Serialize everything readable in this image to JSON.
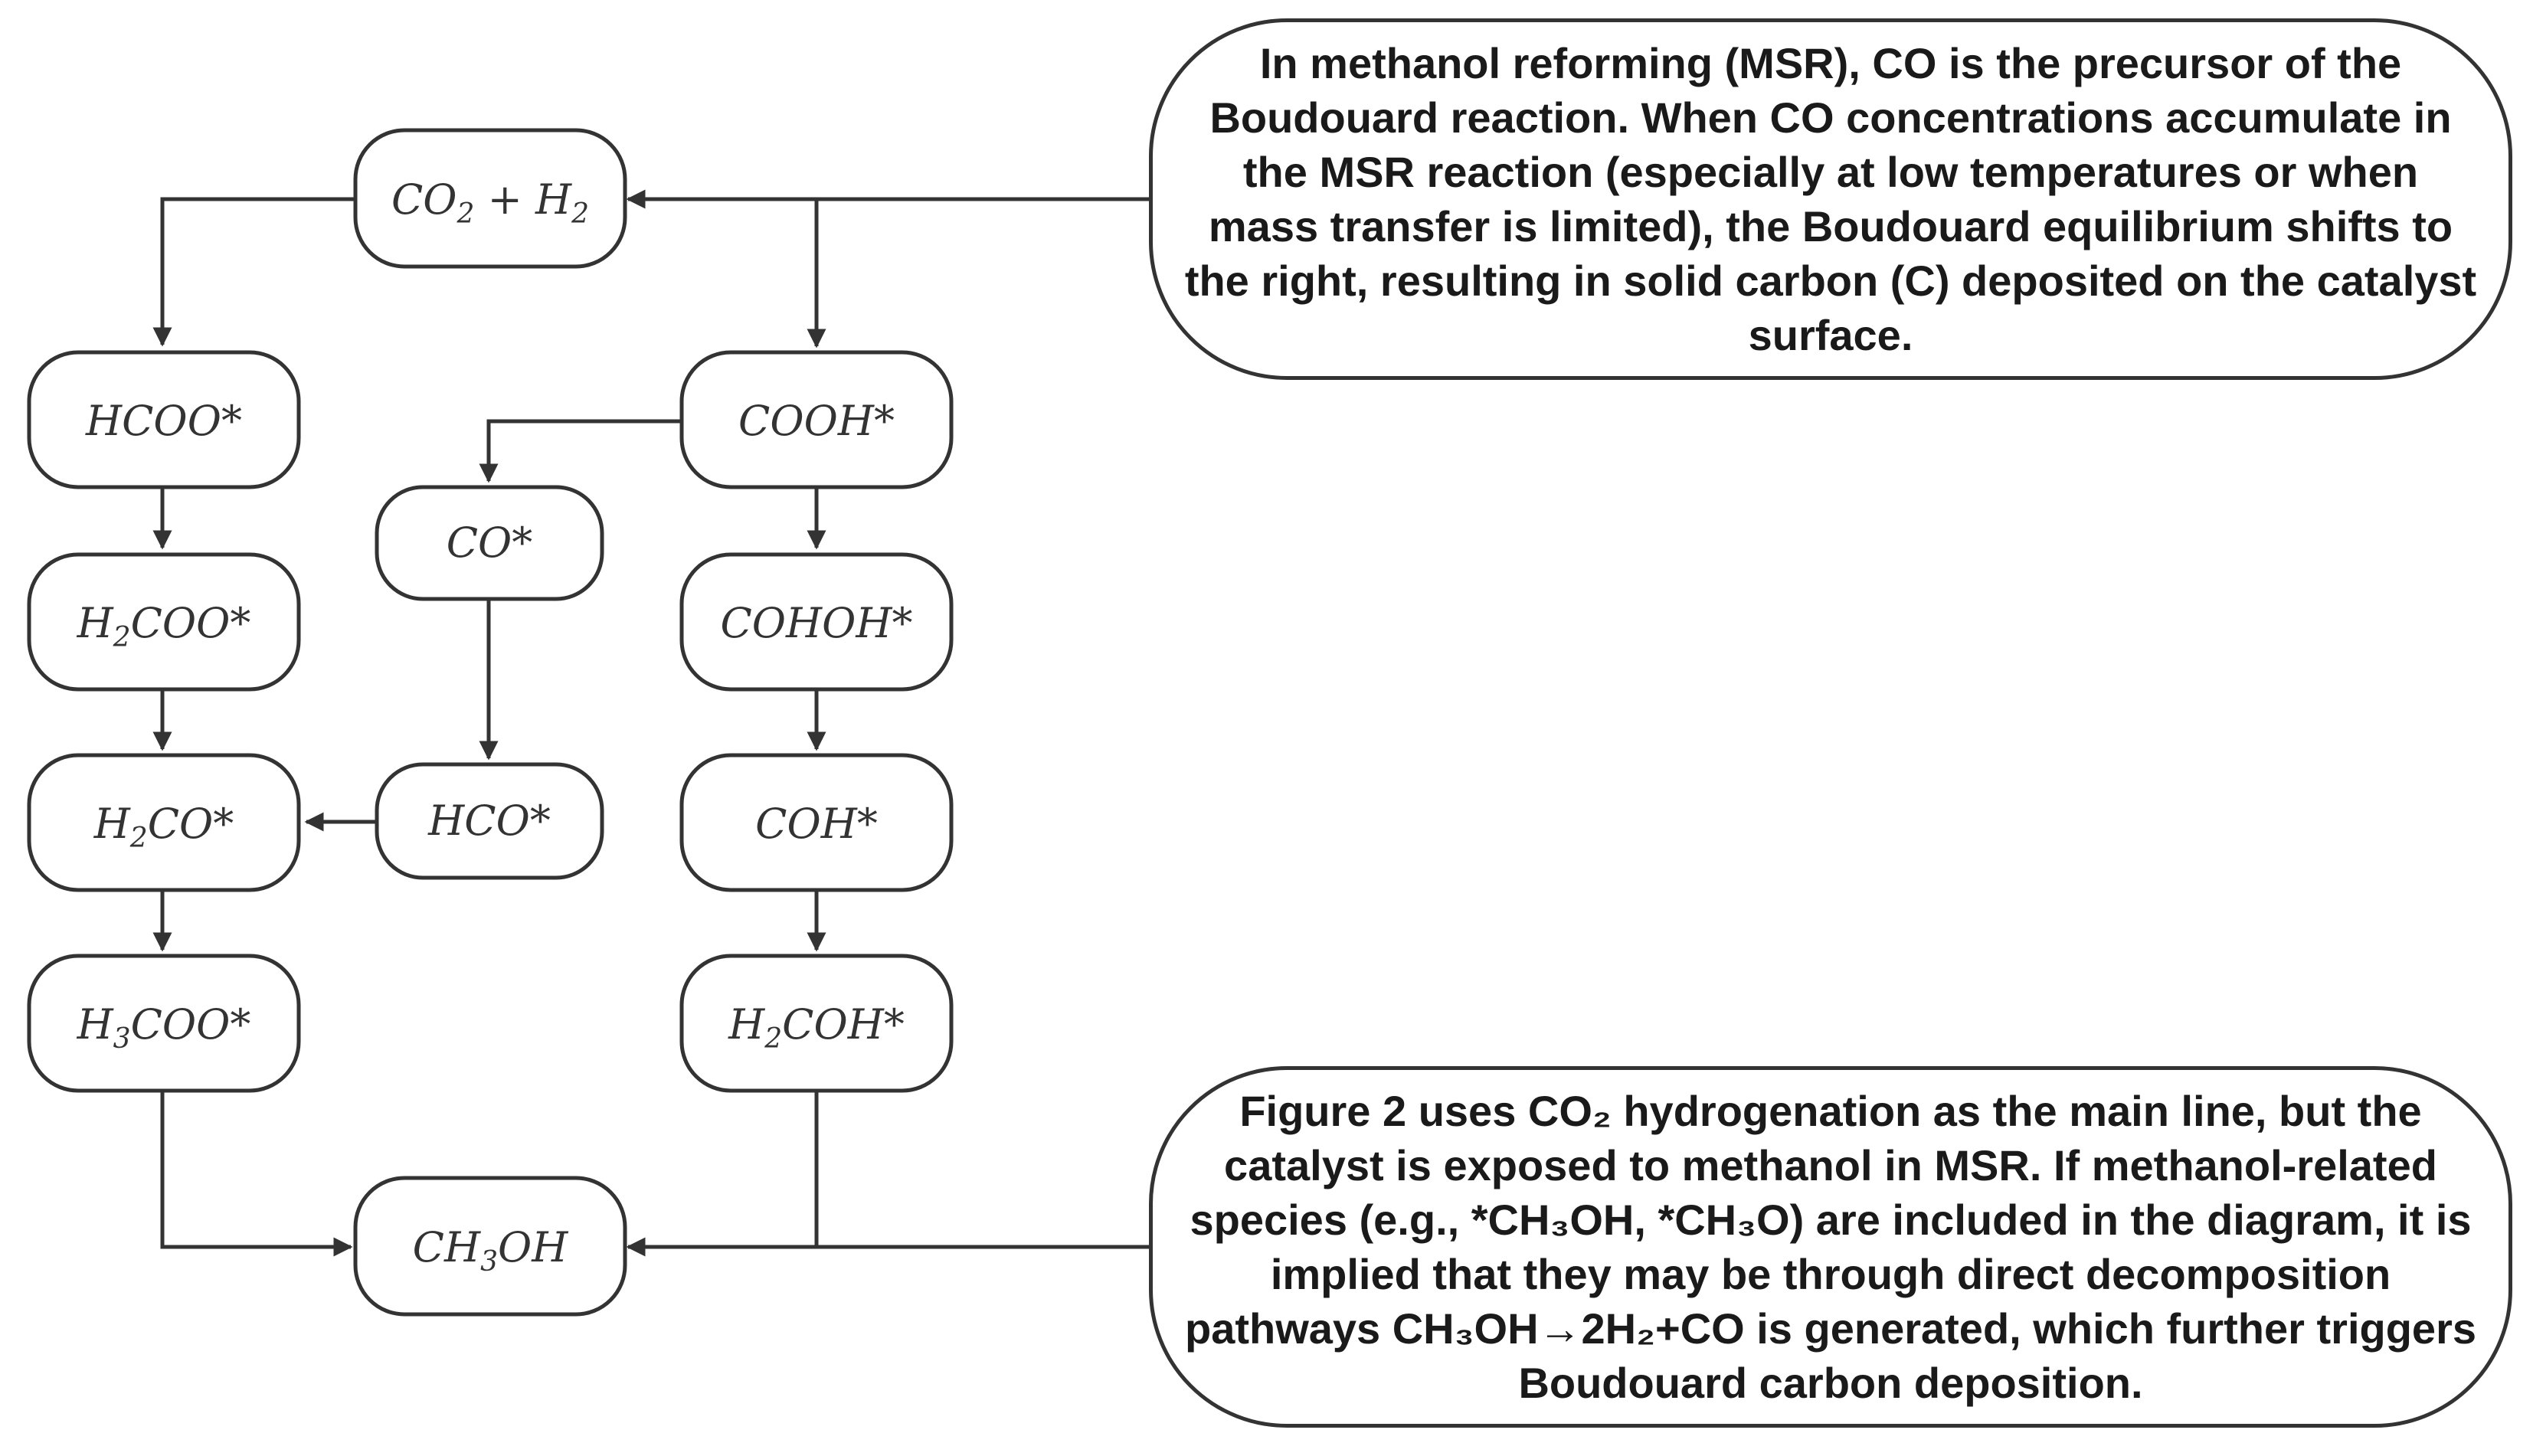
{
  "nodes": {
    "co2_h2": {
      "base": "CO",
      "sub": "2",
      "tail": " + H",
      "sub2": "2"
    },
    "hcoo": {
      "text": "HCOO*"
    },
    "h2coo": {
      "base": "H",
      "sub": "2",
      "tail": "COO*"
    },
    "h2co": {
      "base": "H",
      "sub": "2",
      "tail": "CO*"
    },
    "h3coo": {
      "base": "H",
      "sub": "3",
      "tail": "COO*"
    },
    "co": {
      "text": "CO*"
    },
    "hco": {
      "text": "HCO*"
    },
    "cooh": {
      "text": "COOH*"
    },
    "cohoh": {
      "text": "COHOH*"
    },
    "coh": {
      "text": "COH*"
    },
    "h2coh": {
      "base": "H",
      "sub": "2",
      "tail": "COH*"
    },
    "ch3oh": {
      "base": "CH",
      "sub": "3",
      "tail": "OH"
    }
  },
  "notes": {
    "top": "In methanol reforming (MSR), CO is the precursor of the Boudouard reaction. When CO concentrations accumulate in the MSR reaction (especially at low temperatures or when mass transfer is limited), the Boudouard equilibrium shifts to the right, resulting in solid carbon (C) deposited on the catalyst surface.",
    "bottom": "Figure 2 uses CO₂ hydrogenation as the main line, but the catalyst is exposed to methanol in MSR. If methanol-related species (e.g., *CH₃OH, *CH₃O) are included in the diagram, it is implied that they may be through direct decomposition pathways CH₃OH→2H₂+CO is generated, which further triggers Boudouard carbon deposition."
  },
  "colors": {
    "stroke": "#333333",
    "text": "#1a1a1a",
    "background": "#ffffff"
  }
}
